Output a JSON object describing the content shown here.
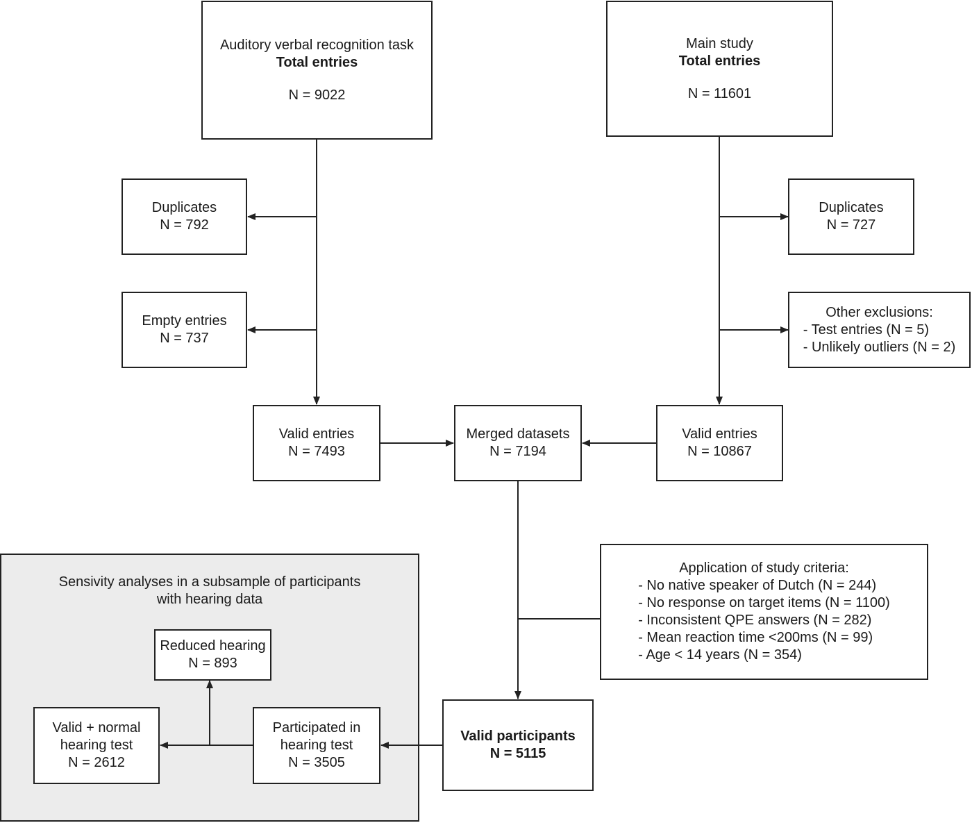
{
  "avrt": {
    "title": "Auditory verbal recognition task",
    "subtitle": "Total entries",
    "n": "N = 9022"
  },
  "main": {
    "title": "Main study",
    "subtitle": "Total entries",
    "n": "N  = 11601"
  },
  "left_duplicates": {
    "label": "Duplicates",
    "n": "N = 792"
  },
  "left_empty": {
    "label": "Empty entries",
    "n": "N = 737"
  },
  "right_duplicates": {
    "label": "Duplicates",
    "n": "N = 727"
  },
  "other_exclusions": {
    "title": "Other exclusions:",
    "items": [
      "- Test entries (N = 5)",
      "- Unlikely outliers (N = 2)"
    ]
  },
  "valid_left": {
    "label": "Valid entries",
    "n": "N = 7493"
  },
  "merged": {
    "label": "Merged datasets",
    "n": "N = 7194"
  },
  "valid_right": {
    "label": "Valid entries",
    "n": "N = 10867"
  },
  "criteria": {
    "title": "Application of study criteria:",
    "items": [
      "- No native speaker of Dutch (N = 244)",
      "- No response on target items (N = 1100)",
      "- Inconsistent QPE answers (N = 282)",
      "- Mean reaction time <200ms (N = 99)",
      "- Age < 14 years (N = 354)"
    ]
  },
  "valid_participants": {
    "label": "Valid participants",
    "n": "N = 5115"
  },
  "sensitivity": {
    "title_line1": "Sensivity analyses in a subsample of participants",
    "title_line2": "with hearing data",
    "reduced": {
      "label": "Reduced hearing",
      "n": "N = 893"
    },
    "participated": {
      "line1": "Participated in",
      "line2": "hearing test",
      "n": "N = 3505"
    },
    "normal": {
      "line1": "Valid + normal",
      "line2": "hearing test",
      "n": "N = 2612"
    }
  }
}
